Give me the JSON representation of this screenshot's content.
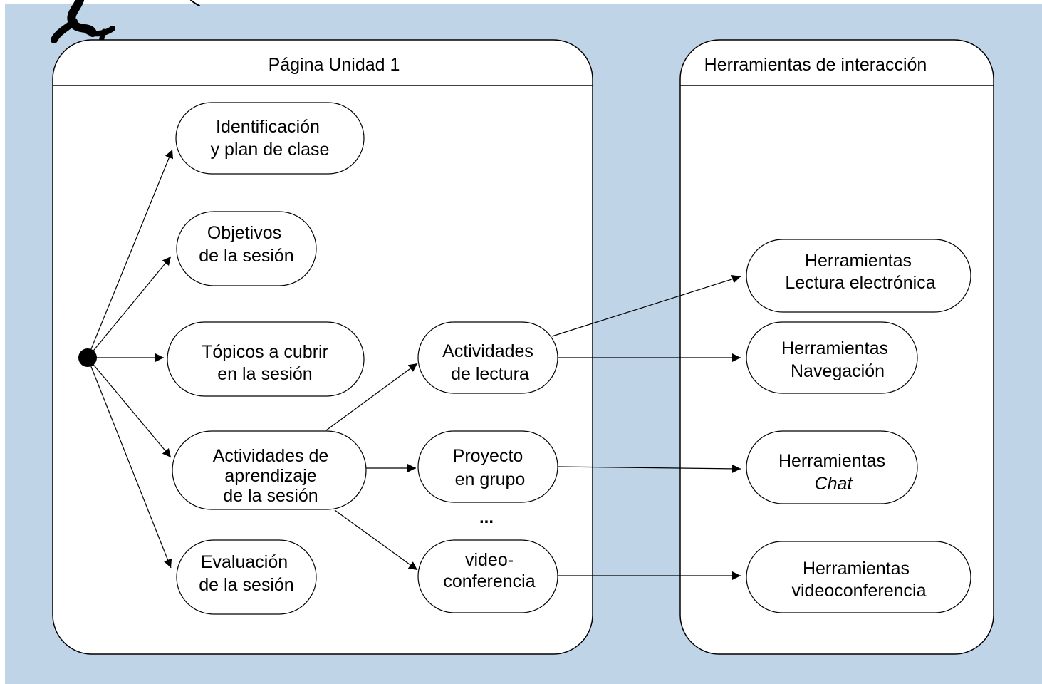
{
  "colors": {
    "background": "#c0d4e8",
    "panel_fill": "#ffffff",
    "stroke": "#000000"
  },
  "panels": {
    "left_title": "Página Unidad 1",
    "right_title": "Herramientas de interacción"
  },
  "nodes": {
    "identificacion": [
      "Identificación",
      "y plan de clase"
    ],
    "objetivos": [
      "Objetivos",
      "de la sesión"
    ],
    "topicos": [
      "Tópicos a cubrir",
      "en  la sesión"
    ],
    "actividades_aprendizaje": [
      "Actividades de",
      "aprendizaje",
      "de la sesión"
    ],
    "evaluacion": [
      "Evaluación",
      "de la sesión"
    ],
    "actividades_lectura": [
      "Actividades",
      "de lectura"
    ],
    "proyecto": [
      "Proyecto",
      "en grupo"
    ],
    "ellipsis": "...",
    "video": [
      "video-",
      "conferencia"
    ],
    "herr_lectura": [
      "Herramientas",
      "Lectura electrónica"
    ],
    "herr_navegacion": [
      "Herramientas",
      "Navegación"
    ],
    "herr_chat": [
      "Herramientas",
      "Chat"
    ],
    "herr_video": [
      "Herramientas",
      "videoconferencia"
    ]
  },
  "start_icon": "filled-circle-start-node",
  "decoration_icon": "stick-figure-doodle"
}
